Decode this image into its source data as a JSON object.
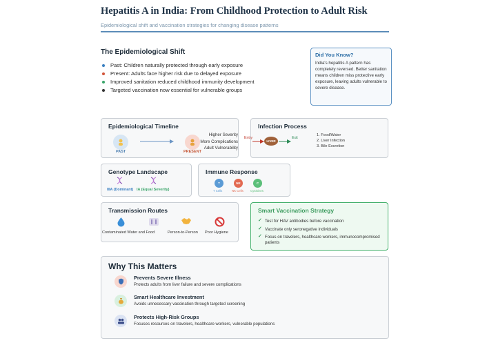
{
  "header": {
    "title": "Hepatitis A in India: From Childhood Protection to Adult Risk",
    "subtitle": "Epidemiological shift and vaccination strategies for changing disease patterns"
  },
  "shift": {
    "heading": "The Epidemiological Shift",
    "items": [
      {
        "text": "Past: Children naturally protected through early exposure",
        "color": "#3a7fc1"
      },
      {
        "text": "Present: Adults face higher risk due to delayed exposure",
        "color": "#d2553a"
      },
      {
        "text": "Improved sanitation reduced childhood immunity development",
        "color": "#3aa56a"
      },
      {
        "text": "Targeted vaccination now essential for vulnerable groups",
        "color": "#333333"
      }
    ]
  },
  "did_you_know": {
    "heading": "Did You Know?",
    "text": "India's hepatitis A pattern has completely reversed. Better sanitation means children miss protective early exposure, leaving adults vulnerable to severe disease."
  },
  "timeline": {
    "heading": "Epidemiological Timeline",
    "past_label": "PAST",
    "present_label": "PRESENT",
    "risks": [
      "Higher Severity",
      "More Complications",
      "Adult Vulnerability"
    ],
    "past_icon": "child-icon",
    "present_icon": "adult-icon"
  },
  "infection": {
    "heading": "Infection Process",
    "entry_label": "Entry",
    "exit_label": "Exit",
    "organ_label": "LIVER",
    "steps": [
      "1. Food/Water",
      "2. Liver Infection",
      "3. Bile Excretion"
    ]
  },
  "genotype": {
    "heading": "Genotype Landscape",
    "types": [
      {
        "label": "IIIA (Dominant)",
        "color": "#3a7fc1"
      },
      {
        "label": "IA (Equal Severity)",
        "color": "#3aa56a"
      }
    ]
  },
  "immune": {
    "heading": "Immune Response",
    "cells": [
      {
        "abbr": "T",
        "label": "T Cells",
        "color": "#5b9bd5"
      },
      {
        "abbr": "NK",
        "label": "NK Cells",
        "color": "#e26a52"
      },
      {
        "abbr": "C",
        "label": "Cytokines",
        "color": "#5cbf7a"
      }
    ]
  },
  "transmission": {
    "heading": "Transmission Routes",
    "routes": [
      {
        "label": "Contaminated Water and Food",
        "icon": "water-drop-icon"
      },
      {
        "label": "Person-to-Person",
        "icon": "handshake-icon"
      },
      {
        "label": "Poor Hygiene",
        "icon": "prohibited-icon"
      }
    ]
  },
  "vaccination": {
    "heading": "Smart Vaccination Strategy",
    "items": [
      "Test for HAV antibodies before vaccination",
      "Vaccinate only seronegative individuals",
      "Focus on travelers, healthcare workers, immunocompromised patients"
    ]
  },
  "why": {
    "heading": "Why This Matters",
    "items": [
      {
        "title": "Prevents Severe Illness",
        "desc": "Protects adults from liver failure and severe complications",
        "icon": "shield-icon",
        "bg": "#f8d7cf"
      },
      {
        "title": "Smart Healthcare Investment",
        "desc": "Avoids unnecessary vaccination through targeted screening",
        "icon": "money-bag-icon",
        "bg": "#d9f0df"
      },
      {
        "title": "Protects High-Risk Groups",
        "desc": "Focuses resources on travelers, healthcare workers, vulnerable populations",
        "icon": "people-icon",
        "bg": "#dbe3f3"
      }
    ]
  }
}
